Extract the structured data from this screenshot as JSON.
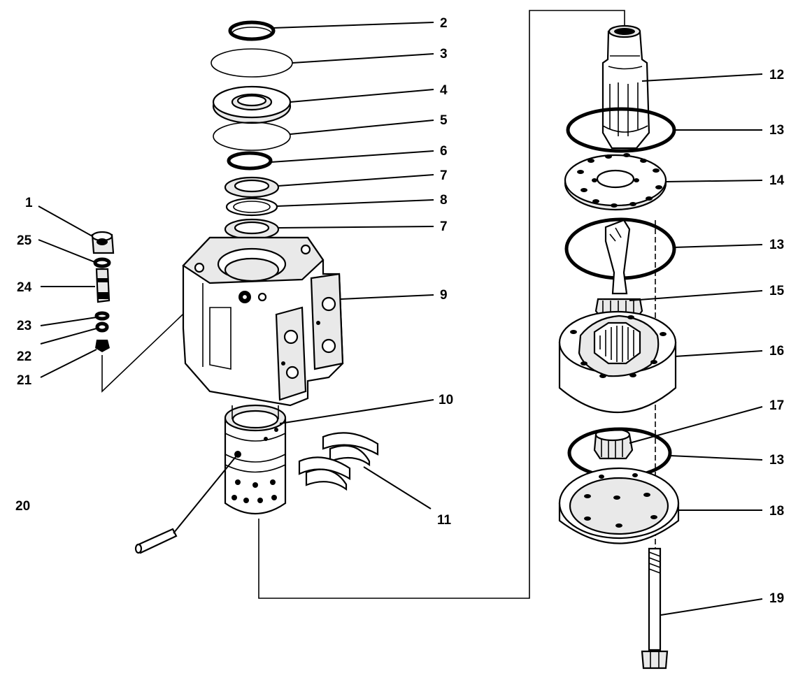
{
  "labels": {
    "n1": "1",
    "n2": "2",
    "n3": "3",
    "n4": "4",
    "n5": "5",
    "n6": "6",
    "n7a": "7",
    "n8": "8",
    "n7b": "7",
    "n9": "9",
    "n10": "10",
    "n11": "11",
    "n12": "12",
    "n13a": "13",
    "n14": "14",
    "n13b": "13",
    "n15": "15",
    "n16": "16",
    "n17": "17",
    "n13c": "13",
    "n18": "18",
    "n19": "19",
    "n20": "20",
    "n21": "21",
    "n22": "22",
    "n23": "23",
    "n24": "24",
    "n25": "25"
  }
}
